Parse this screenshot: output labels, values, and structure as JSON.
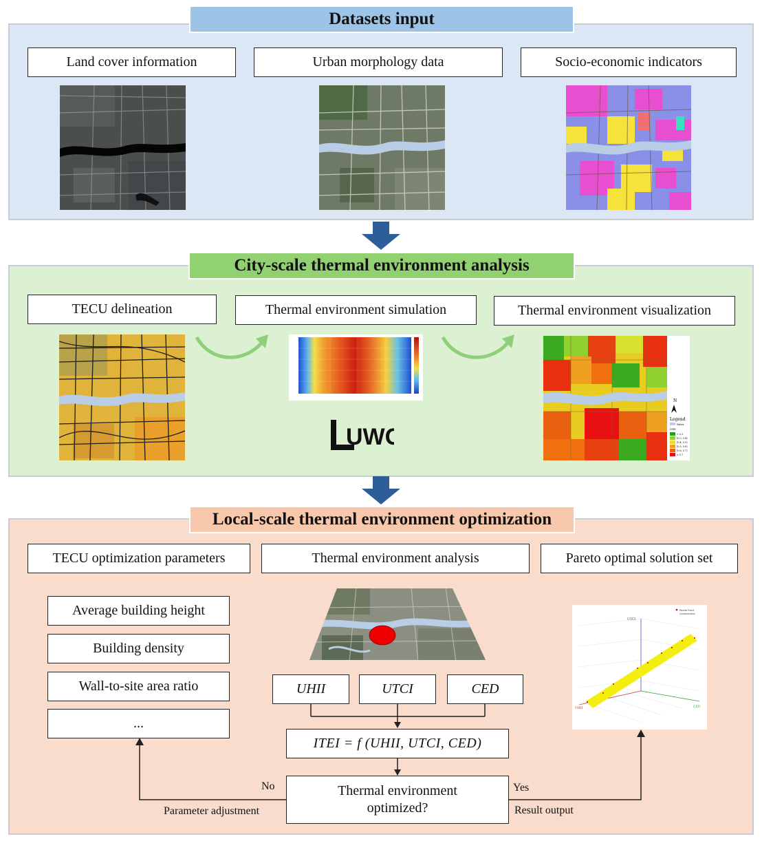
{
  "section1": {
    "title": "Datasets input",
    "items": [
      "Land cover information",
      "Urban morphology data",
      "Socio-economic indicators"
    ]
  },
  "section2": {
    "title": "City-scale thermal environment analysis",
    "items": [
      "TECU delineation",
      "Thermal environment simulation",
      "Thermal environment visualization"
    ],
    "logo_text": "UWG",
    "map_legend": {
      "north": "N",
      "title": "Legend",
      "water": "Water",
      "index": "ITEI",
      "classes": [
        "< 0.3",
        "[0.3, 0.4)",
        "[0.4, 0.5)",
        "[0.5, 0.6)",
        "[0.6, 0.7)",
        "≥ 0.7"
      ]
    }
  },
  "section3": {
    "title": "Local-scale thermal environment optimization",
    "headers": [
      "TECU optimization parameters",
      "Thermal environment analysis",
      "Pareto optimal solution set"
    ],
    "params": [
      "Average building height",
      "Building density",
      "Wall-to-site area ratio",
      "..."
    ],
    "indicators": [
      "UHII",
      "UTCI",
      "CED"
    ],
    "formula": "ITEI = f (UHII, UTCI, CED)",
    "decision_line1": "Thermal environment",
    "decision_line2": "optimized?",
    "no": "No",
    "yes": "Yes",
    "left_label": "Parameter adjustment",
    "right_label": "Result output",
    "pareto": {
      "legend": [
        "Pareto Front",
        "Constrictions"
      ],
      "axis_z": "UTCI",
      "axis_x": "UHII",
      "axis_y": "CED"
    }
  },
  "colors": {
    "panel1": "#dbe7f4",
    "panel2": "#dcf0d2",
    "panel3": "#f9dccb",
    "banner1": "#9dc3e6",
    "banner2": "#92d171",
    "banner3": "#f8c8ac",
    "arrow": "#2e5e9a",
    "curve": "#8fcf7a"
  }
}
